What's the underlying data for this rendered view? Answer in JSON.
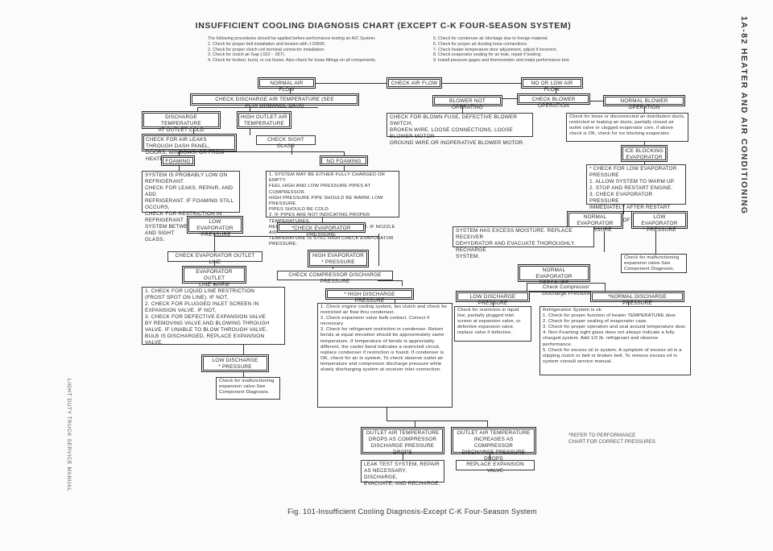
{
  "chart_title": "INSUFFICIENT COOLING DIAGNOSIS CHART (EXCEPT C-K FOUR-SEASON SYSTEM)",
  "intro": {
    "left": "The following procedures should be applied before performance testing air A/C System.\n1. Check for proper belt installation and tension with J-23600.\n2. Check for proper clutch coil terminal connector installation.\n3. Check for clutch air Gap (.022 - .057).\n4. Check for broken, burst, or cut hoses. Also check for loose fittings on all components.",
    "right": "5. Check for condenser air blockage due to foreign material.\n6. Check for proper air ducting hose connections.\n7. Check heater temperature door adjustment, adjust if incorrect.\n8. Check evaporator sealing for air leak, repair if leaking.\n9. Install pressure gages and thermometer and make performance test."
  },
  "boxes": {
    "normal_air_flow": "NORMAL AIR FLOW",
    "check_air_flow": "CHECK AIR FLOW",
    "no_low_air_flow": "NO OR LOW AIR FLOW",
    "check_discharge_temp": "CHECK DISCHARGE AIR TEMPERATURE (SEE PERFORMANCE DATA)",
    "check_blower_operation": "CHECK BLOWER OPERATION",
    "blower_not_operating": "BLOWER NOT OPERATING",
    "normal_blower_operation": "NORMAL BLOWER OPERATION",
    "discharge_temp_cold": "DISCHARGE TEMPERATURE\nAT OUTLET COLD",
    "high_outlet_temp": "HIGH OUTLET AIR\nTEMPERATURE",
    "check_blown_fuse": "CHECK FOR BLOWN FUSE, DEFECTIVE BLOWER SWITCH,\nBROKEN WIRE, LOOSE CONNECTIONS, LOOSE BLOWER MOTOR\nGROUND WIRE OR INOPERATIVE BLOWER MOTOR.",
    "check_hoses_disconnected": "Check for loose or disconnected air distribution ducts, restricted or leaking air ducts, partially closed air outlet valve or clogged evaporator core, if above check is OK, check for ice blocking evaporator.",
    "check_air_leaks": "CHECK FOR AIR LEAKS THROUGH DASH PANEL,\nDOORS, WINDOWS, OR FROM HEATER.",
    "check_sight_glass": "CHECK SIGHT GLASS",
    "ice_blocking": "ICE BLOCKING\nEVAPORATOR",
    "foaming": "FOAMING",
    "no_foaming": "NO FOAMING",
    "system_low": "SYSTEM IS PROBABLY LOW ON REFRIGERANT.\nCHECK FOR LEAKS, REPAIR, AND ADD\nREFRIGERANT. IF FOAMING STILL OCCURS,\nCHECK FOR RESTRICTION IN REFRIGERANT\nSYSTEM BETWEEN CONDENSER AND SIGHT\nGLASS.",
    "system_fully_charged": "1. SYSTEM MAY BE EITHER FULLY CHARGED OR EMPTY.\n   FEEL HIGH AND LOW PRESSURE PIPES AT COMPRESSOR.\n   HIGH PRESSURE PIPE SHOULD BE WARM; LOW PRESSURE\n   PIPES SHOULD BE COLD.\n2. IF PIPES ARE NOT INDICATING PROPER TEMPERATURES,\n   RECHARGE SYSTEM AS RECOMMENDED. IF NOZZLE AIR\n   TEMPERATURE IS STILL HIGH CHECK EVAPORATOR\n   PRESSURE.",
    "check_low_evap": "* CHECK FOR LOW EVAPORATOR PRESSURE\n  1. ALLOW SYSTEM TO WARM UP.\n  2. STOP AND RESTART ENGINE.\n  3. CHECK EVAPORATOR PRESSURE\n     IMMEDIATELY AFTER RESTART AND\n     PULL DOWN OF EVAPORATOR PRESSURE.",
    "low_evap_pressure_a": "LOW EVAPORATOR\n*PRESSURE",
    "check_evap_pressure": "*CHECK EVAPORATOR PRESSURE",
    "normal_evap_pressure": "NORMAL EVAPORATOR\n* PRESSURE",
    "low_evap_pressure_b": "LOW EVAPORATOR\n* PRESSURE",
    "check_evap_outlet": "CHECK EVAPORATOR OUTLET LINE",
    "high_evap": "HIGH EVAPORATOR\n* PRESSURE",
    "system_moisture": "SYSTEM HAS EXCESS MOISTURE. REPLACE RECEIVER\nDEHYDRATOR AND EVACUATE THOROUGHLY. RECHARGE\nSYSTEM.",
    "malfunction_right": "Check for malfunctioning expansion valve-See Component Diagnosis.",
    "evap_outlet_warm": "EVAPORATOR OUTLET\nLINE WARM",
    "check_compressor_discharge": "CHECK COMPRESSOR DISCHARGE PRESSURE",
    "normal_evap_pressure2": "NORMAL\nEVAPORATOR PRESSURE",
    "check_compressor_discharge2": "Check Compressor Discharge Pressure",
    "liquid_restriction": "1. CHECK FOR LIQUID LINE RESTRICTION\n   (FROST SPOT ON LINE). IF NOT,\n2. CHECK FOR PLUGGED INLET SCREEN IN\n   EXPANSION VALVE. IF NOT,\n3. CHECK FOR DEFECTIVE EXPANSION VALVE\n   BY REMOVING VALVE AND BLOWING THROUGH\n   VALVE. IF UNABLE TO BLOW THROUGH VALVE,\n   BULB IS DISCHARGED, REPLACE EXPANSION\n   VALVE.",
    "high_discharge": "* HIGH DISCHARGE PRESSURE",
    "low_discharge": "LOW DISCHARGE PRESSURE",
    "normal_discharge": "*NORMAL DISCHARGE PRESSURE",
    "engine_cooling": "1. Check engine cooling system, fan clutch and check for restricted air flow thru condenser.\n2. Check expansion valve bulb contact. Correct if necessary.\n3. Check for refrigerant restriction in condenser. Return bends at equal elevation should be approximately same temperature. If temperature of bends is appreciably different, the cooler bend indicates a restricted circuit, replace condenser if restriction is found. If condenser is OK, check for air in system. To check observe outlet air temperature and compressor discharge pressure while slowly discharging system at receiver inlet connection.",
    "check_restriction_liquid": "Check for restriction in liquid line, partially plugged inlet screen at expansion valve, or defective expansion valve, replace valve if defective.",
    "refrigeration_ok": "Refrigeration System is ok.\n1. Check for proper function of heater TEMPERATURE door.\n2. Check for proper sealing of evaporator case.\n3. Check for proper operation and seal around temperature door.\n4. Non-Foaming sight glass does not always indicate a fully charged system. Add 1/2 lb. refrigerant and observe performance.\n5. Check for excess oil in system. A symptom of excess oil is a slipping clutch or belt or broken belt. To remove excess oil in system consult service manual.",
    "low_discharge2": "LOW DISCHARGE\n* PRESSURE",
    "malfunction_left": "Check for malfunctioning expansion valve-See Component Diagnosis.",
    "outlet_drops": "OUTLET AIR TEMPERATURE\nDROPS AS COMPRESSOR\nDISCHARGE PRESSURE DROPS",
    "outlet_increases": "OUTLET AIR TEMPERATURE\nINCREASES AS COMPRESSOR\nDISCHARGE PRESSURE DROPS",
    "leak_test": "LEAK TEST SYSTEM, REPAIR\nAS NECESSARY, DISCHARGE,\nEVACUATE, AND RECHARGE.",
    "replace_expansion": "REPLACE EXPANSION VALVE"
  },
  "footnote": "*REFER TO PERFORMANCE\nCHART FOR CORRECT PRESSURES",
  "caption": "Fig. 101-Insufficient Cooling Diagnosis-Except C-K Four-Season System",
  "side_right": "1A-82  HEATER AND AIR CONDITIONING",
  "side_left": "LIGHT DUTY TRUCK SERVICE MANUAL"
}
